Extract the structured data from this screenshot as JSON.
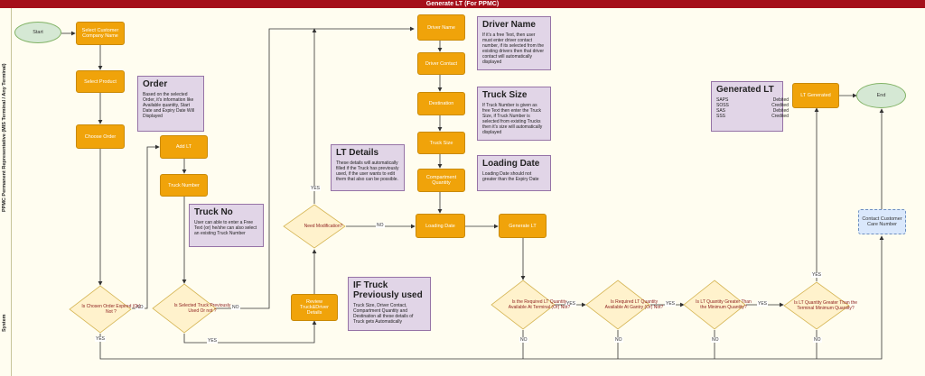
{
  "header": {
    "title": "Generate LT  (For PPMC)"
  },
  "lanes": {
    "top": "PPMC Permanent Representative (MIS Terminal / Any Terminal)",
    "bottom": "System"
  },
  "nodes": {
    "start": "Start",
    "select_customer": "Select Customer Company Name",
    "select_product": "Select Product",
    "choose_order": "Choose Order",
    "add_lt": "Add LT",
    "truck_number": "Truck Number",
    "driver_name": "Driver Name",
    "driver_contact": "Driver Contact",
    "destination": "Destination",
    "truck_size": "Truck Size",
    "compartment_quantity": "Compartment Quantity",
    "loading_date": "Loading Date",
    "generate_lt": "Generate LT",
    "lt_generated": "LT Generated",
    "end": "End",
    "contact_customer_care": "Contact Customer Care Number",
    "review_truck_driver": "Review Truck&Driver Details"
  },
  "decisions": {
    "order_expired": "Is Chosen Order Expired (Or) Not ?",
    "truck_used": "Is Selected Truck Previously Used Or not ?",
    "need_modification": "Need Modification?",
    "qty_terminal": "Is the Required LT Quantity Available At Terminal (Or) Not?",
    "qty_gantry": "Is Required LT Quantity Available At Gantry (Or) Not?",
    "qty_minimum": "Is LT Quantity Greater Than the Minimum Quantity?",
    "qty_terminal_min": "Is LT Quantity Greater Than the Terminal Minimum Quantity?"
  },
  "edge_labels": {
    "yes": "YES",
    "no": "NO"
  },
  "notes": {
    "order": {
      "title": "Order",
      "body": "Based on the selected Order, it's information like Available quantity, Start Date and Expiry Date Will Displayed"
    },
    "truck_no": {
      "title": "Truck No",
      "body": "User can able to enter a Free Text (or) he/she can also select an existing Truck Number"
    },
    "lt_details": {
      "title": "LT Details",
      "body": "These details will automatically filled if the Truck has previously used, if the user wants to edit them that also can be possible."
    },
    "driver_name": {
      "title": "Driver Name",
      "body": "If it's a free Text, then user must enter driver contact number, if its selected from the existing drivers then that driver contact will automatically displayed"
    },
    "truck_size": {
      "title": "Truck Size",
      "body": "If Truck Number is given as free Text then enter the Truck Size, if Truck Number is selected from existing Trucks then it's size will automatically displayed"
    },
    "loading_date": {
      "title": "Loading Date",
      "body": "Loading Date should not greater than the Expiry Date"
    },
    "truck_prev": {
      "title": "IF Truck Previously used",
      "body": "Truck Size, Driver Contact, Compartment Quantity and Destination all these details of Truck gets Automatically"
    },
    "generated_lt": {
      "title": "Generated LT",
      "rows": [
        {
          "code": "SAPS",
          "status": "Debited"
        },
        {
          "code": "SOSS",
          "status": "Credited"
        },
        {
          "code": "SAS",
          "status": "Debited"
        },
        {
          "code": "SSS",
          "status": "Credited"
        }
      ]
    }
  },
  "colors": {
    "header": "#a50f1a",
    "process": "#f0a30a",
    "terminal": "#d5e8d4",
    "decision": "#fff2cc",
    "note": "#e1d5e7",
    "contact": "#dae8fc"
  }
}
